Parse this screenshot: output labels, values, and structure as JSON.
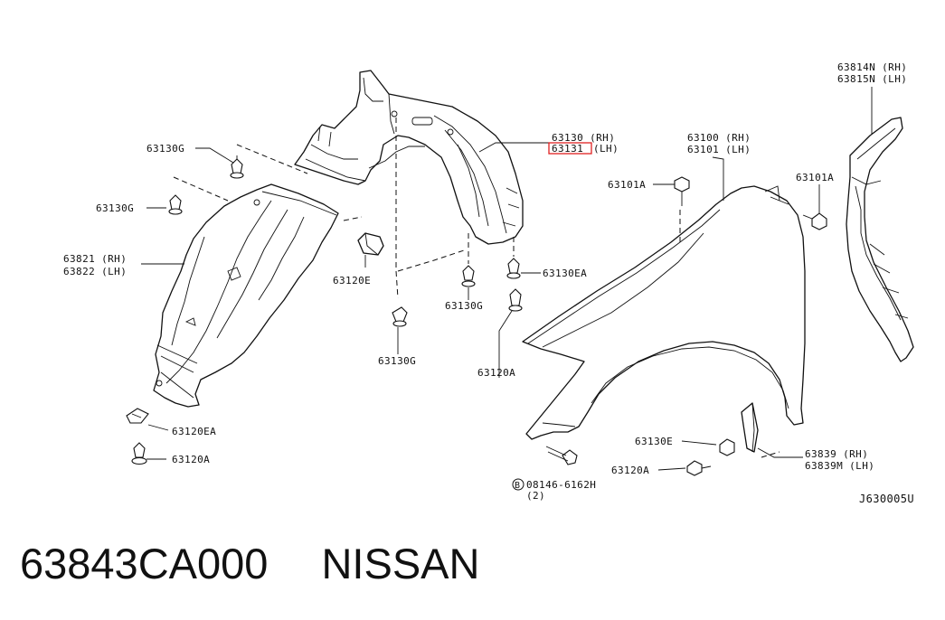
{
  "labels": {
    "l63130g_a": "63130G",
    "l63130g_b": "63130G",
    "l63821": "63821 (RH)",
    "l63822": "63822 (LH)",
    "l63120e": "63120E",
    "l63130g_c": "63130G",
    "l63130g_d": "63130G",
    "l63120ea": "63120EA",
    "l63120a_a": "63120A",
    "l63130": "63130 (RH)",
    "l63131_num": "63131",
    "l63131_side": "(LH)",
    "l63130ea": "63130EA",
    "l63120a_b": "63120A",
    "l63100": "63100 (RH)",
    "l63101": "63101 (LH)",
    "l63101a_a": "63101A",
    "l63101a_b": "63101A",
    "l63814n": "63814N (RH)",
    "l63815n": "63815N (LH)",
    "l63130e": "63130E",
    "l63120a_c": "63120A",
    "l63839": "63839 (RH)",
    "l63839m": "63839M (LH)",
    "bolt_code": "08146-6162H",
    "bolt_circle": "B",
    "bolt_qty": "(2)",
    "diagram_code": "J630005U"
  },
  "highlight_color": "#e02020",
  "footer": {
    "part_number": "63843CA000",
    "brand": "NISSAN"
  }
}
